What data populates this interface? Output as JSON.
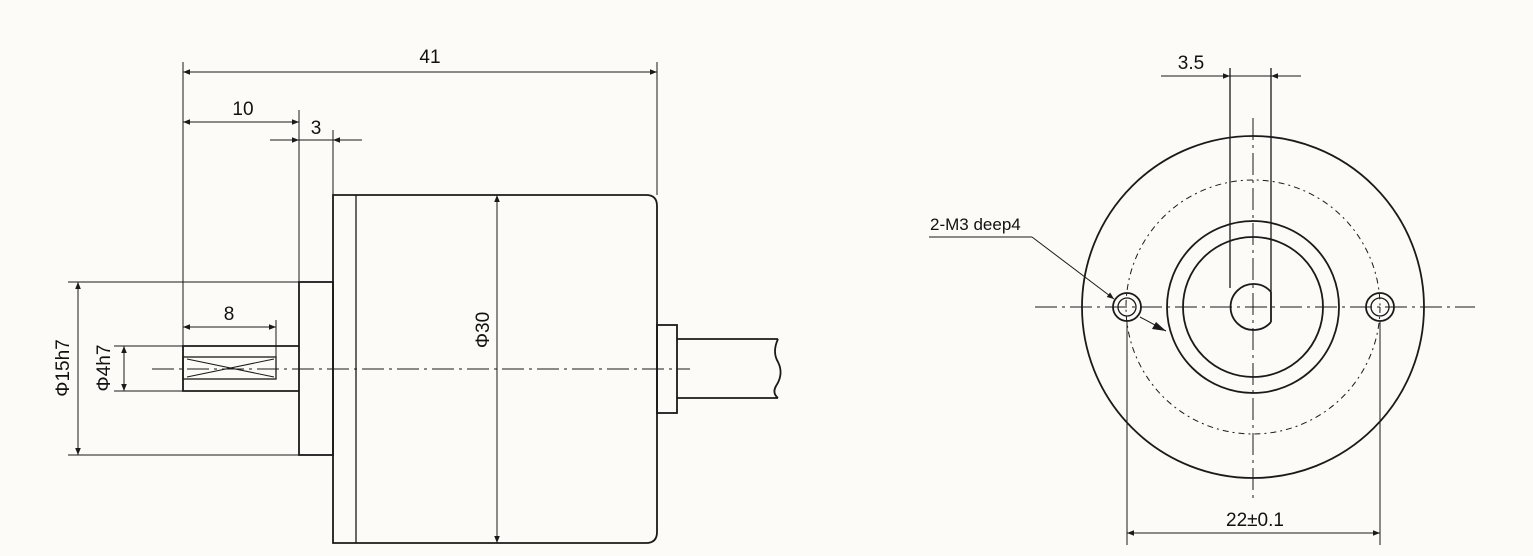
{
  "side_view": {
    "dim_overall_length": "41",
    "dim_shaft_length": "10",
    "dim_flange_thickness": "3",
    "dim_key_length": "8",
    "dim_body_diameter": "Φ30",
    "dim_pilot_diameter": "Φ15h7",
    "dim_shaft_diameter": "Φ4h7"
  },
  "front_view": {
    "dim_flat_width": "3.5",
    "dim_hole_spacing": "22±0.1",
    "callout_holes": "2-M3 deep4"
  },
  "colors": {
    "line": "#1a1a1a",
    "background": "#fdfbf7"
  }
}
